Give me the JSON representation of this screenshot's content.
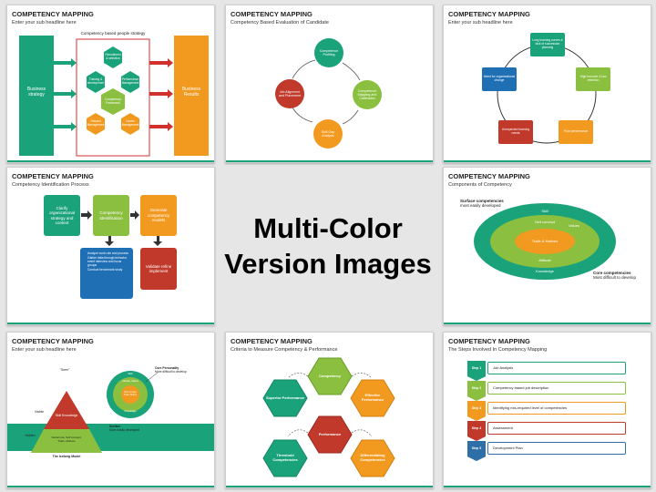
{
  "center": {
    "line1": "Multi-Color",
    "line2": "Version Images"
  },
  "s1": {
    "title": "COMPETENCY MAPPING",
    "subtitle": "Enter your sub headline here",
    "header": "Competency based people strategy",
    "left_box": "Business strategy",
    "right_box": "Business Results",
    "hex_recruitment": "Recruitment & selection",
    "hex_training": "Training & development",
    "hex_performance": "Performance Management",
    "hex_framework": "Competency Framework",
    "hex_reward": "Reward Management",
    "hex_career": "Career Management"
  },
  "s2": {
    "title": "COMPETENCY MAPPING",
    "subtitle": "Competency Based Evaluation of Candidate",
    "c_top": "Competence Profiling",
    "c_right": "Competence Mapping and Calibration",
    "c_bottom": "Skill Gap Analysis",
    "c_left": "Job Alignment and Placement"
  },
  "s3": {
    "title": "COMPETENCY MAPPING",
    "subtitle": "Enter your sub headline here",
    "b_top": "Long learning curves & lack of succession planning",
    "b_right": "High turnover & low retention",
    "b_bottomright": "Poor performance",
    "b_bottomleft": "Unexpected learning needs",
    "b_left": "Need for organizational change"
  },
  "s4": {
    "title": "COMPETENCY MAPPING",
    "subtitle": "Competency Identification Process",
    "b1": "Clarify organizational strategy and context",
    "b2": "Competency Identification",
    "b3": "Generate competency models",
    "b4_items": [
      "Analyze work role and process",
      "Gather data through behavior event interview and focus groups",
      "Conduct benchmark study"
    ],
    "b5": "Validate refine implement"
  },
  "s5": {
    "title": "COMPETENCY MAPPING",
    "subtitle": "Components of Competency",
    "surface": "Surface competencies",
    "surface_note": "most easily developed",
    "core": "Core competencies",
    "core_note": "Most difficult to develop",
    "skill": "Skill",
    "self_concept": "Self concept",
    "values": "Values",
    "traits": "Traits & Motives",
    "attitude": "Attitude",
    "knowledge": "Knowledge"
  },
  "s6": {
    "title": "COMPETENCY MAPPING",
    "subtitle": "Enter your sub headline here",
    "visible_label": "Visible",
    "hidden_label": "Hidden",
    "seen": "\"Seen\"",
    "tri_top": "Skill Knowledge",
    "tri_bottom": "Social role, Self concept, Traits, Motives",
    "iceberg": "The Iceberg Model",
    "core_title": "Core Personality",
    "core_note": "More difficult to develop",
    "surface_title": "Surface",
    "surface_note": "More easily developed",
    "ring_outer": "Skill",
    "ring_mid": "Attitude, Values",
    "ring_core": "Self concept, Traits, Motive",
    "ring_knowledge": "Knowledge"
  },
  "s7": {
    "title": "COMPETENCY MAPPING",
    "subtitle": "Criteria to Measure Competency & Performance",
    "competency": "Competency",
    "superior": "Superior Performance",
    "effective": "Effective Performance",
    "performance": "Performance",
    "threshold": "Threshold Competencies",
    "differentiating": "Differentiating Competencies"
  },
  "s8": {
    "title": "COMPETENCY MAPPING",
    "subtitle": "The Steps Involved In Competency Mapping",
    "steps": [
      {
        "label": "Step 1",
        "text": "Job Analysis",
        "color": "#1aa37a"
      },
      {
        "label": "Step 2",
        "text": "Competency based job description",
        "color": "#8bbf3f"
      },
      {
        "label": "Step 3",
        "text": "Identifying mis-required level of competencies",
        "color": "#f29a1f"
      },
      {
        "label": "Step 4",
        "text": "Assessment",
        "color": "#c0392b"
      },
      {
        "label": "Step 5",
        "text": "Development Plan",
        "color": "#2e6fa8"
      }
    ]
  },
  "colors": {
    "teal": "#1aa37a",
    "green": "#8bbf3f",
    "orange": "#f29a1f",
    "red": "#c0392b",
    "blue": "#1f6fb5",
    "accent_line": "#1aa37a"
  }
}
